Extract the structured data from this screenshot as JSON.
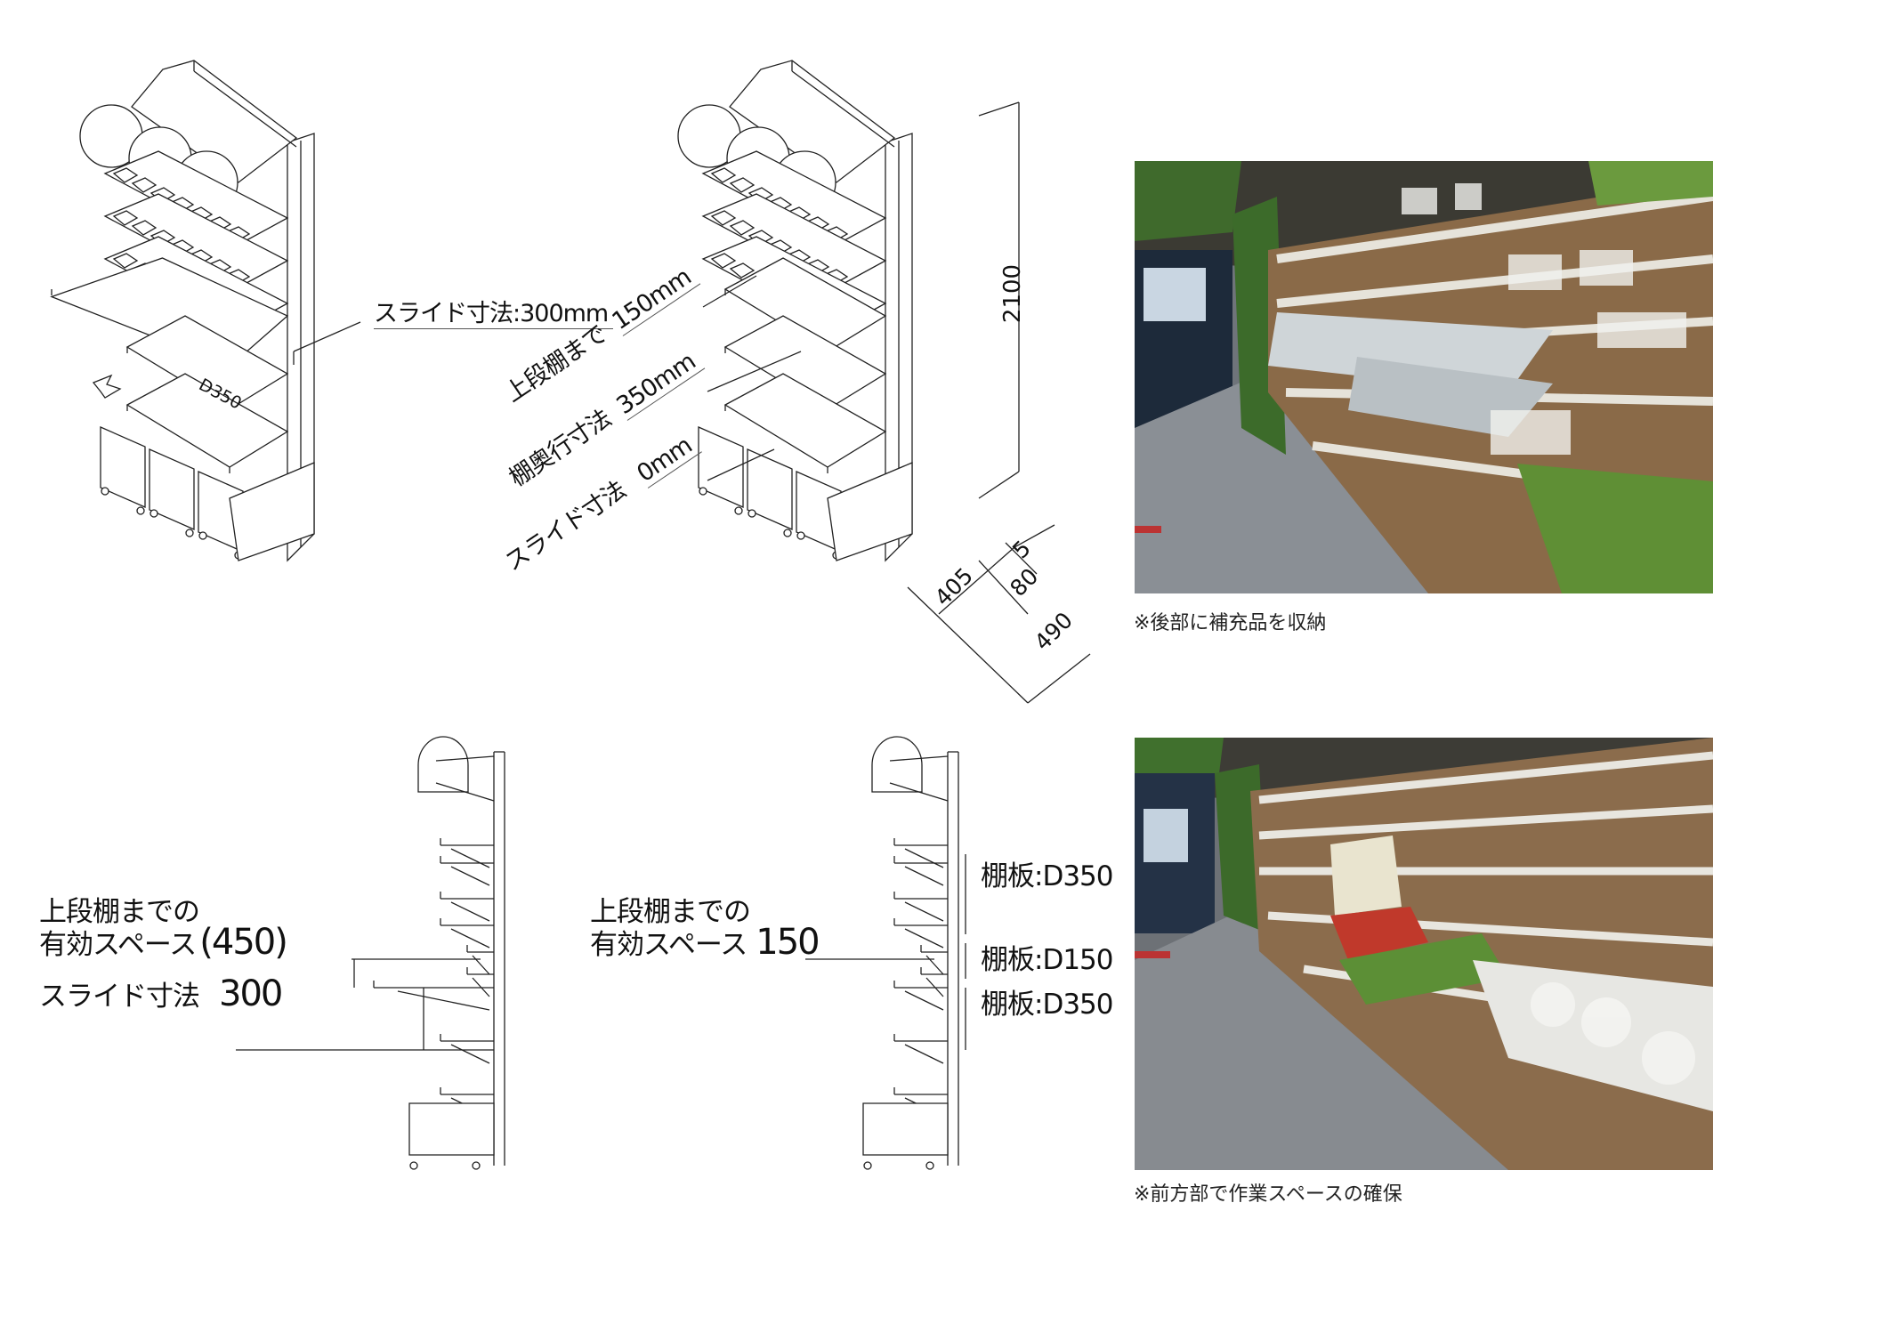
{
  "iso_left": {
    "slide_label": "スライド寸法:300mm",
    "shelf_depth_tag": "D350"
  },
  "iso_right": {
    "upper_shelf_label": "上段棚まで",
    "upper_shelf_value": "150mm",
    "depth_label": "棚奥行寸法",
    "depth_value": "350mm",
    "slide_label": "スライド寸法",
    "slide_value": "0mm",
    "height_dim": "2100",
    "dims": {
      "d405": "405",
      "d5": "5",
      "d80": "80",
      "d490": "490"
    }
  },
  "photos": [
    {
      "caption": "※後部に補充品を収納"
    },
    {
      "caption": "※前方部で作業スペースの確保"
    }
  ],
  "elev_left": {
    "space_line1": "上段棚までの",
    "space_line2": "有効スペース",
    "space_value": "(450)",
    "slide_label": "スライド寸法",
    "slide_value": "300"
  },
  "elev_right": {
    "space_line1": "上段棚までの",
    "space_line2": "有効スペース",
    "space_value": "150",
    "shelves": [
      "棚板:D350",
      "棚板:D150",
      "棚板:D350"
    ]
  }
}
